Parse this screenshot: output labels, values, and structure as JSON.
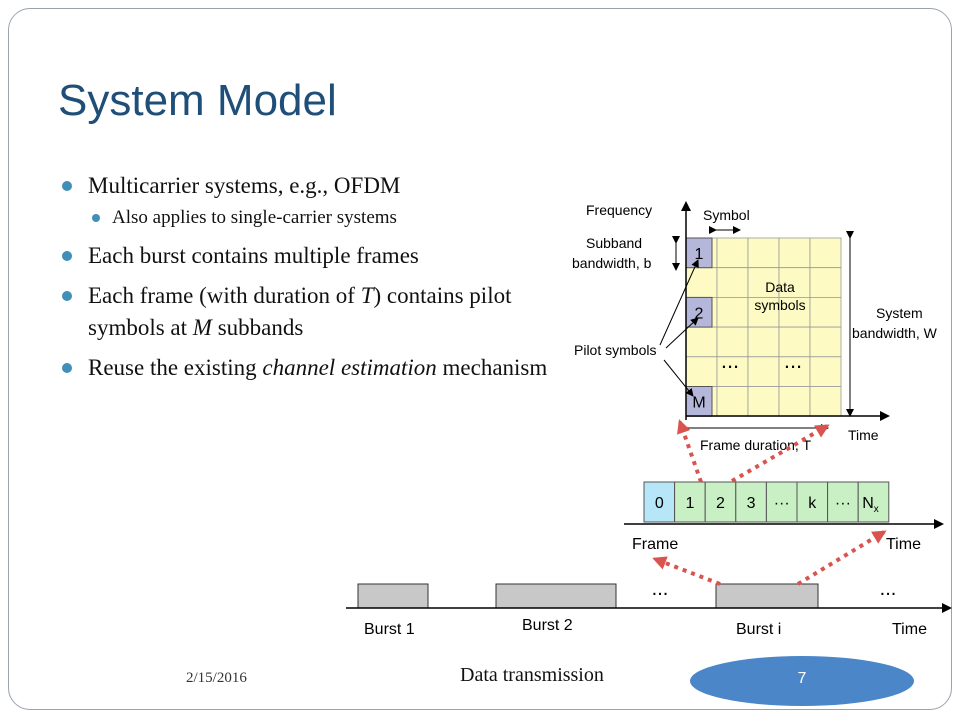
{
  "slide": {
    "title": "System Model",
    "bullets": [
      {
        "parts": [
          {
            "text": "Multicarrier systems, e.g., OFDM",
            "em": false
          }
        ],
        "sub": [
          "Also applies to single-carrier systems"
        ]
      },
      {
        "parts": [
          {
            "text": "Each burst contains multiple frames",
            "em": false
          }
        ],
        "sub": []
      },
      {
        "parts": [
          {
            "text": "Each frame (with duration of ",
            "em": false
          },
          {
            "text": "T",
            "em": true
          },
          {
            "text": ") contains pilot symbols at ",
            "em": false
          },
          {
            "text": "M",
            "em": true
          },
          {
            "text": " subbands",
            "em": false
          }
        ],
        "sub": []
      },
      {
        "parts": [
          {
            "text": "Reuse the existing ",
            "em": false
          },
          {
            "text": "channel estimation",
            "em": true
          },
          {
            "text": " mechanism",
            "em": false
          }
        ],
        "sub": []
      }
    ]
  },
  "diagram": {
    "grid": {
      "freq_label": "Frequency",
      "symbol_label": "Symbol",
      "subband_label": [
        "Subband",
        "bandwidth, b"
      ],
      "data_label": [
        "Data",
        "symbols"
      ],
      "system_bw_label": [
        "System",
        "bandwidth, W"
      ],
      "pilot_label": "Pilot symbols",
      "pilots": [
        "1",
        "2",
        "M"
      ],
      "dots": "...",
      "time_label": "Time",
      "frame_duration_label": "Frame duration, T",
      "colors": {
        "cell": "#fdfbc3",
        "pilot": "#b4b6da"
      }
    },
    "frames": {
      "cells": [
        {
          "label": "0",
          "color": "#b6e6f8"
        },
        {
          "label": "1",
          "color": "#c9f0c5"
        },
        {
          "label": "2",
          "color": "#c9f0c5"
        },
        {
          "label": "3",
          "color": "#c9f0c5"
        },
        {
          "label": "···",
          "color": "#c9f0c5"
        },
        {
          "label": "k",
          "color": "#c9f0c5"
        },
        {
          "label": "···",
          "color": "#c9f0c5"
        },
        {
          "label": "N",
          "sub": "x",
          "color": "#c9f0c5"
        }
      ],
      "axis_left": "Frame",
      "axis_right": "Time"
    },
    "bursts": {
      "labels": [
        "Burst 1",
        "Burst 2",
        "Burst i"
      ],
      "dots": [
        "...",
        "..."
      ],
      "time_label": "Time",
      "color": "#c8c8c8"
    },
    "arrow_color": "#d9534f"
  },
  "footer": {
    "date": "2/15/2016",
    "text": "Data transmission",
    "page": "7",
    "oval_color": "#4a86c8"
  }
}
